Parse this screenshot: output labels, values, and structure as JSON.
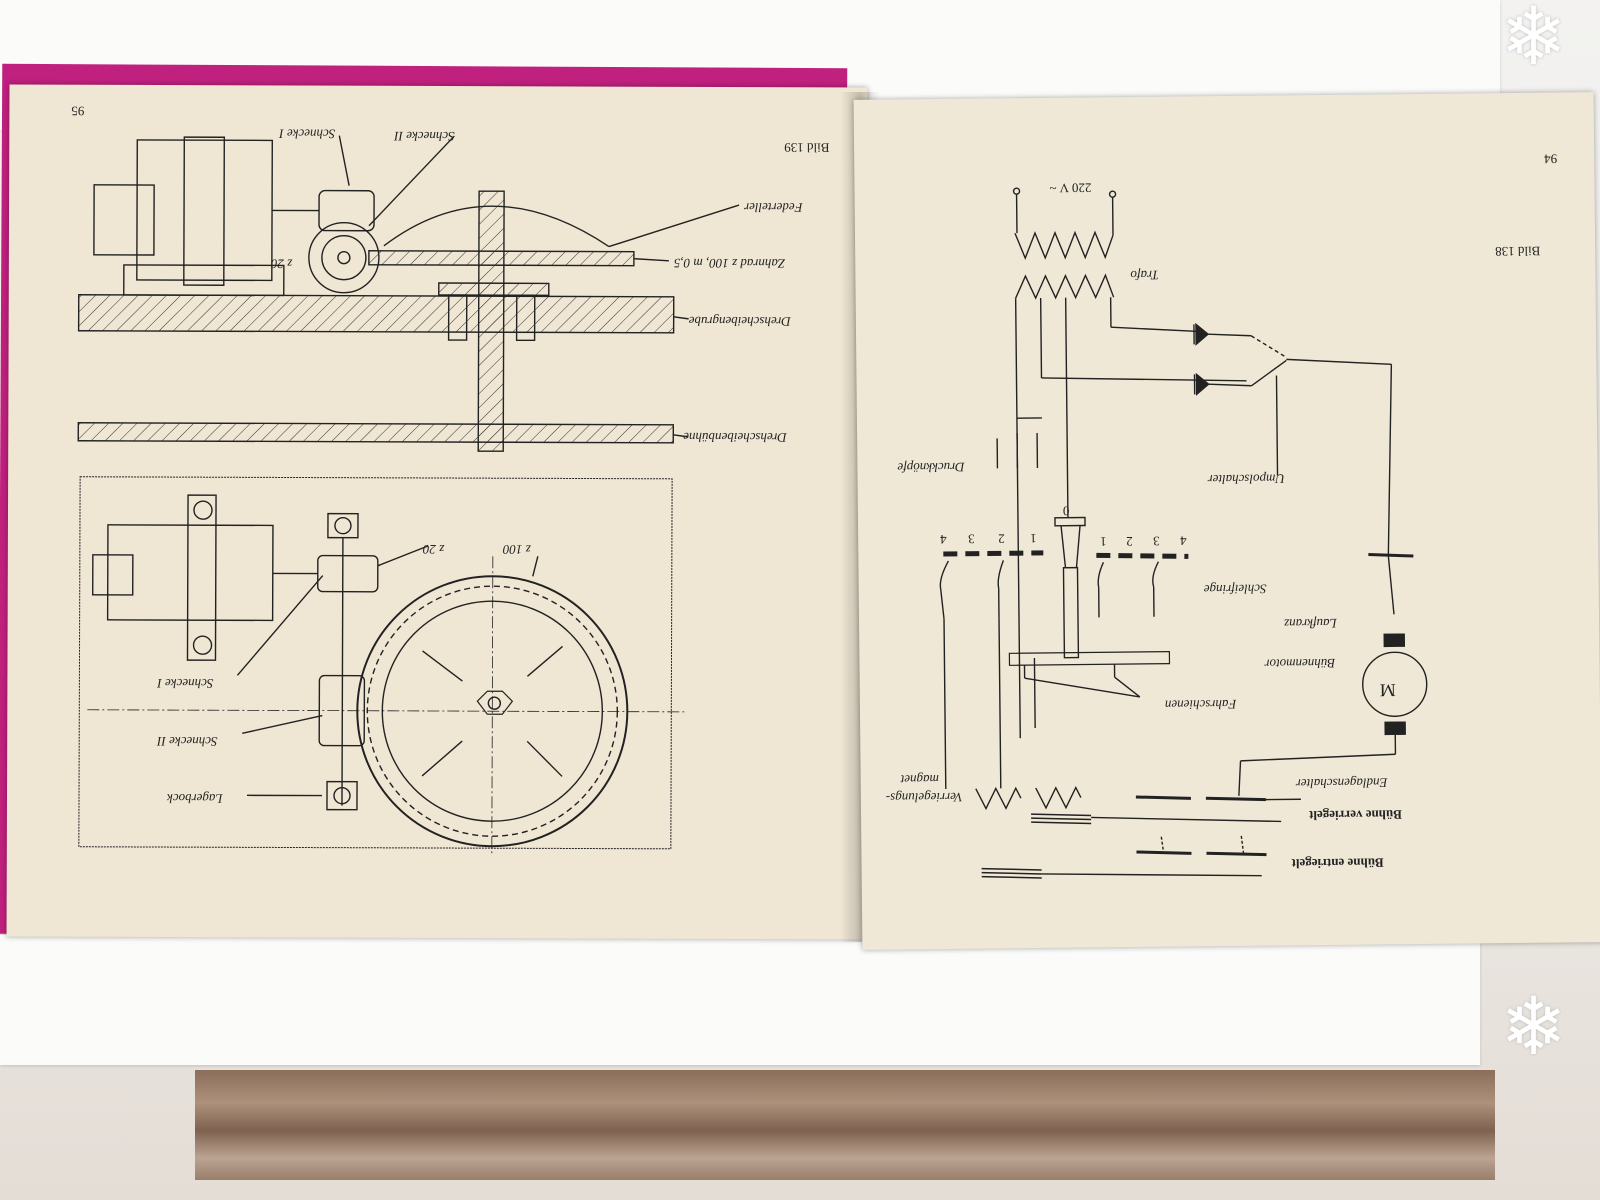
{
  "left_page": {
    "page_number": "95",
    "figure": "Bild 139",
    "labels": {
      "schnecke_1": "Schnecke I",
      "schnecke_2": "Schnecke II",
      "federteller": "Federteller",
      "zahnrad": "Zahnrad  z 100, m 0,5",
      "z20_top": "z 20",
      "drehscheibengrube": "Drehscheibengrube",
      "drehscheibenbuehne": "Drehscheibenbühne",
      "z20_bottom": "z 20",
      "z100": "z 100",
      "schnecke_1_bottom": "Schnecke I",
      "schnecke_2_bottom": "Schnecke II",
      "lagerbock": "Lagerbock"
    }
  },
  "right_page": {
    "page_number": "94",
    "figure": "Bild 138",
    "labels": {
      "voltage": "220 V ~",
      "trafo": "Trafo",
      "druckknoepfe": "Druckknöpfe",
      "umpolschalter": "Umpolschalter",
      "schleifringe": "Schleifringe",
      "laufkranz": "Laufkranz",
      "buehnenmotor": "Bühnenmotor",
      "fahrschienen": "Fahrschienen",
      "motor_symbol": "M",
      "verriegelung_1": "Verriegelungs-",
      "verriegelung_2": "magnet",
      "endlagenschalter": "Endlagenschalter",
      "buehne_verriegelt": "Bühne verriegelt",
      "buehne_entriegelt": "Bühne entriegelt",
      "ring_left": [
        "4",
        "3",
        "2",
        "1"
      ],
      "ring_right": [
        "1",
        "2",
        "3",
        "4"
      ],
      "ring_center": "0"
    }
  }
}
